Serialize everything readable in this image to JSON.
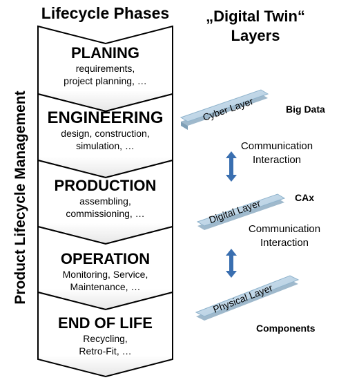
{
  "headings": {
    "lifecycle": "Lifecycle Phases",
    "twin_line1": "„Digital Twin“",
    "twin_line2": "Layers"
  },
  "side_label": "Product Lifecycle Management",
  "phases": [
    {
      "title": "PLANING",
      "desc1": "requirements,",
      "desc2": "project planning, …"
    },
    {
      "title": "ENGINEERING",
      "desc1": "design, construction,",
      "desc2": "simulation, …"
    },
    {
      "title": "PRODUCTION",
      "desc1": "assembling,",
      "desc2": "commissioning, …"
    },
    {
      "title": "OPERATION",
      "desc1": "Monitoring, Service,",
      "desc2": "Maintenance, …"
    },
    {
      "title": "END OF LIFE",
      "desc1": "Recycling,",
      "desc2": "Retro-Fit, …"
    }
  ],
  "layers": [
    {
      "label": "Cyber Layer",
      "note": "Big Data"
    },
    {
      "label": "Digital Layer",
      "note": "CAx"
    },
    {
      "label": "Physical Layer",
      "note": "Components"
    }
  ],
  "connectors": [
    {
      "line1": "Communication",
      "line2": "Interaction"
    },
    {
      "line1": "Communication",
      "line2": "Interaction"
    }
  ],
  "colors": {
    "layer_fill": "#bcd4e6",
    "layer_edge": "#8fb3cc",
    "arrow": "#3a6fb0",
    "chevron_stroke": "#000000"
  }
}
